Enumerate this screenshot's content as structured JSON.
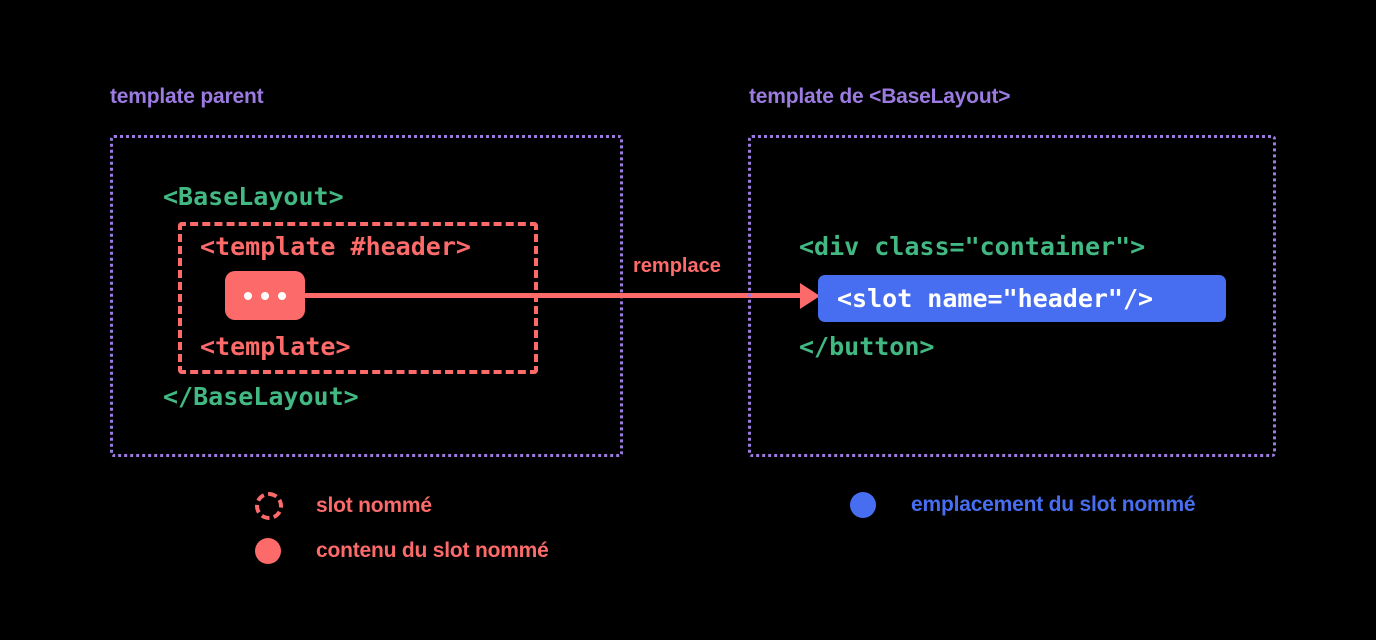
{
  "diagram": {
    "title_left": "template parent",
    "title_right": "template de <BaseLayout>",
    "arrow_label": "remplace"
  },
  "left_panel": {
    "caption": "template parent",
    "code_open": "<BaseLayout>",
    "code_close": "</BaseLayout>",
    "inner_slot": {
      "code_open": "<template #header>",
      "code_close": "<template>",
      "chip_dots": [
        "dot",
        "dot",
        "dot"
      ]
    }
  },
  "right_panel": {
    "caption": "template de <BaseLayout>",
    "code_container": "<div class=\"container\">",
    "code_close": "</button>",
    "slot_outlet": "<slot name=\"header\"/>"
  },
  "legend": {
    "items": [
      {
        "label": "slot nommé",
        "swatch": "dashed-circle-red",
        "color": "#fc6a6a"
      },
      {
        "label": "contenu du slot nommé",
        "swatch": "filled-circle-red",
        "color": "#fc6a6a"
      },
      {
        "label": "emplacement du slot nommé",
        "swatch": "filled-circle-blue",
        "color": "#476ef0"
      }
    ]
  },
  "colors": {
    "background": "#000000",
    "purple": "#9b7be0",
    "green": "#42b883",
    "red": "#fc6a6a",
    "blue": "#476ef0",
    "white": "#ffffff"
  }
}
